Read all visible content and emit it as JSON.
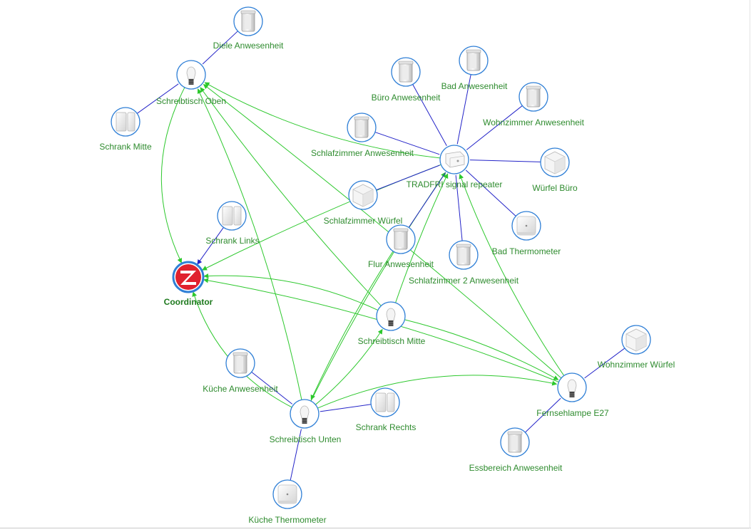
{
  "colors": {
    "label": "#2e8b2e",
    "coordinator_label": "#1f7a1f",
    "node_stroke": "#2f7fd6",
    "link_parent": "#2323c8",
    "link_route": "#2dc82d",
    "coordinator_red": "#e0212e"
  },
  "coordinator": {
    "id": "coordinator",
    "label": "Coordinator",
    "icon": "zigbee-logo-icon"
  },
  "nodes": [
    {
      "id": "diele-anwesenheit",
      "label": "Diele Anwesenheit",
      "icon": "motion-sensor-icon"
    },
    {
      "id": "schreibtisch-oben",
      "label": "Schreibtisch Oben",
      "icon": "bulb-icon"
    },
    {
      "id": "schrank-mitte",
      "label": "Schrank Mitte",
      "icon": "door-sensor-icon"
    },
    {
      "id": "schrank-links",
      "label": "Schrank Links",
      "icon": "door-sensor-icon"
    },
    {
      "id": "buero-anwesenheit",
      "label": "Büro Anwesenheit",
      "icon": "motion-sensor-icon"
    },
    {
      "id": "bad-anwesenheit",
      "label": "Bad Anwesenheit",
      "icon": "motion-sensor-icon"
    },
    {
      "id": "wohnzimmer-anwesenheit",
      "label": "Wohnzimmer Anwesenheit",
      "icon": "motion-sensor-icon"
    },
    {
      "id": "schlafzimmer-anwesenheit",
      "label": "Schlafzimmer Anwesenheit",
      "icon": "motion-sensor-icon"
    },
    {
      "id": "tradfri-repeater",
      "label": "TRADFRI signal repeater",
      "icon": "plug-repeater-icon"
    },
    {
      "id": "wuerfel-buero",
      "label": "Würfel Büro",
      "icon": "cube-icon"
    },
    {
      "id": "schlafzimmer-wuerfel",
      "label": "Schlafzimmer Würfel",
      "icon": "cube-icon"
    },
    {
      "id": "flur-anwesenheit",
      "label": "Flur Anwesenheit",
      "icon": "motion-sensor-icon"
    },
    {
      "id": "bad-thermometer",
      "label": "Bad Thermometer",
      "icon": "thermometer-icon"
    },
    {
      "id": "schlafzimmer2-anwesenheit",
      "label": "Schlafzimmer 2 Anwesenheit",
      "icon": "motion-sensor-icon"
    },
    {
      "id": "schreibtisch-mitte",
      "label": "Schreibtisch Mitte",
      "icon": "bulb-icon"
    },
    {
      "id": "wohnzimmer-wuerfel",
      "label": "Wohnzimmer Würfel",
      "icon": "cube-icon"
    },
    {
      "id": "fernsehlampe-e27",
      "label": "Fernsehlampe E27",
      "icon": "bulb-icon"
    },
    {
      "id": "kueche-anwesenheit",
      "label": "Küche Anwesenheit",
      "icon": "motion-sensor-icon"
    },
    {
      "id": "schrank-rechts",
      "label": "Schrank Rechts",
      "icon": "door-sensor-icon"
    },
    {
      "id": "schreibtisch-unten",
      "label": "Schreibtisch Unten",
      "icon": "bulb-icon"
    },
    {
      "id": "essbereich-anwesenheit",
      "label": "Essbereich Anwesenheit",
      "icon": "motion-sensor-icon"
    },
    {
      "id": "kueche-thermometer",
      "label": "Küche Thermometer",
      "icon": "thermometer-icon"
    }
  ],
  "parent_links": [
    [
      "diele-anwesenheit",
      "schreibtisch-oben"
    ],
    [
      "schrank-mitte",
      "schreibtisch-oben"
    ],
    [
      "schrank-links",
      "coordinator"
    ],
    [
      "buero-anwesenheit",
      "tradfri-repeater"
    ],
    [
      "bad-anwesenheit",
      "tradfri-repeater"
    ],
    [
      "wohnzimmer-anwesenheit",
      "tradfri-repeater"
    ],
    [
      "schlafzimmer-anwesenheit",
      "tradfri-repeater"
    ],
    [
      "wuerfel-buero",
      "tradfri-repeater"
    ],
    [
      "schlafzimmer-wuerfel",
      "tradfri-repeater"
    ],
    [
      "flur-anwesenheit",
      "tradfri-repeater"
    ],
    [
      "bad-thermometer",
      "tradfri-repeater"
    ],
    [
      "schlafzimmer2-anwesenheit",
      "tradfri-repeater"
    ],
    [
      "kueche-anwesenheit",
      "schreibtisch-unten"
    ],
    [
      "schrank-rechts",
      "schreibtisch-unten"
    ],
    [
      "kueche-thermometer",
      "schreibtisch-unten"
    ],
    [
      "wohnzimmer-wuerfel",
      "fernsehlampe-e27"
    ],
    [
      "essbereich-anwesenheit",
      "fernsehlampe-e27"
    ]
  ],
  "route_links": [
    [
      "tradfri-repeater",
      "schreibtisch-oben"
    ],
    [
      "schreibtisch-oben",
      "coordinator"
    ],
    [
      "schreibtisch-unten",
      "schreibtisch-oben"
    ],
    [
      "schreibtisch-mitte",
      "schreibtisch-oben"
    ],
    [
      "fernsehlampe-e27",
      "schreibtisch-oben"
    ],
    [
      "tradfri-repeater",
      "coordinator"
    ],
    [
      "schreibtisch-mitte",
      "coordinator"
    ],
    [
      "fernsehlampe-e27",
      "coordinator"
    ],
    [
      "schreibtisch-unten",
      "coordinator"
    ],
    [
      "schreibtisch-unten",
      "tradfri-repeater"
    ],
    [
      "schreibtisch-mitte",
      "tradfri-repeater"
    ],
    [
      "fernsehlampe-e27",
      "tradfri-repeater"
    ],
    [
      "schreibtisch-unten",
      "schreibtisch-mitte"
    ],
    [
      "schreibtisch-unten",
      "fernsehlampe-e27"
    ],
    [
      "schreibtisch-mitte",
      "fernsehlampe-e27"
    ],
    [
      "flur-anwesenheit",
      "schreibtisch-unten"
    ]
  ]
}
